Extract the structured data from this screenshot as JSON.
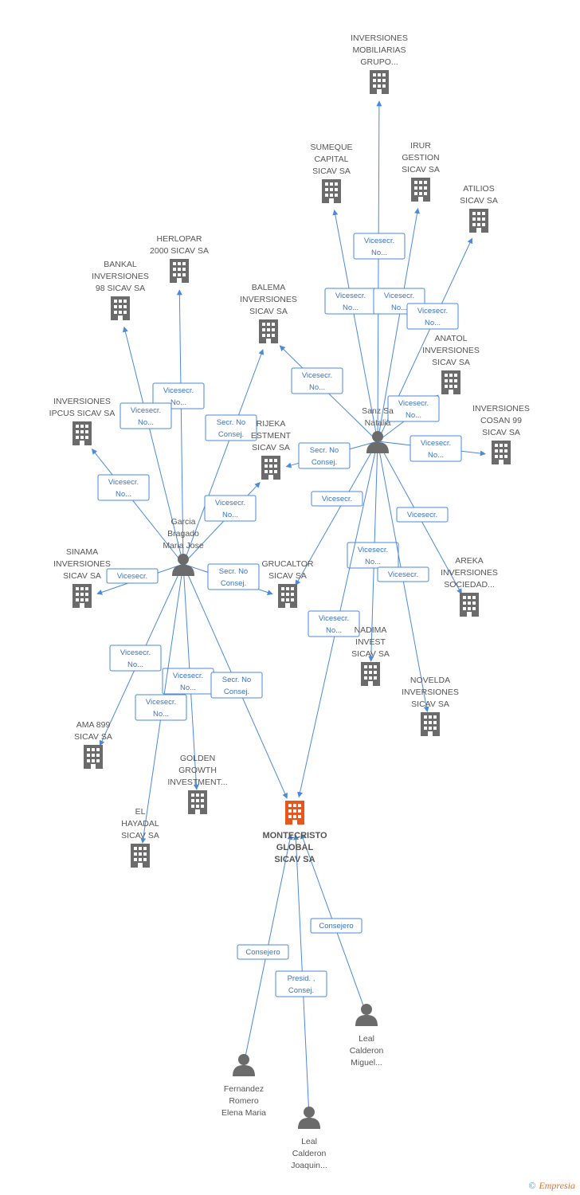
{
  "colors": {
    "edge": "#4a89dc",
    "node": "#6b6b6b",
    "focus": "#e8561c",
    "label": "#555555"
  },
  "nodes": [
    {
      "id": "montecristo",
      "type": "company",
      "focus": true,
      "label": [
        "MONTECRISTO",
        "GLOBAL",
        "SICAV SA"
      ]
    },
    {
      "id": "imobiliarias",
      "type": "company",
      "label": [
        "INVERSIONES",
        "MOBILIARIAS",
        "GRUPO..."
      ]
    },
    {
      "id": "sumeque",
      "type": "company",
      "label": [
        "SUMEQUE",
        "CAPITAL",
        "SICAV SA"
      ]
    },
    {
      "id": "irur",
      "type": "company",
      "label": [
        "IRUR",
        "GESTION",
        "SICAV SA"
      ]
    },
    {
      "id": "atilios",
      "type": "company",
      "label": [
        "ATILIOS",
        "SICAV SA"
      ]
    },
    {
      "id": "herlopar",
      "type": "company",
      "label": [
        "HERLOPAR",
        "2000 SICAV SA"
      ]
    },
    {
      "id": "bankal",
      "type": "company",
      "label": [
        "BANKAL",
        "INVERSIONES",
        "98 SICAV SA"
      ]
    },
    {
      "id": "balema",
      "type": "company",
      "label": [
        "BALEMA",
        "INVERSIONES",
        "SICAV SA"
      ]
    },
    {
      "id": "anatol",
      "type": "company",
      "label": [
        "ANATOL",
        "INVERSIONES",
        "SICAV SA"
      ]
    },
    {
      "id": "ipcus",
      "type": "company",
      "label": [
        "INVERSIONES",
        "IPCUS SICAV SA"
      ]
    },
    {
      "id": "rijeka",
      "type": "company",
      "label": [
        "RIJEKA",
        "ESTMENT",
        "SICAV SA"
      ]
    },
    {
      "id": "cosan",
      "type": "company",
      "label": [
        "INVERSIONES",
        "COSAN 99",
        "SICAV SA"
      ]
    },
    {
      "id": "sinama",
      "type": "company",
      "label": [
        "SINAMA",
        "INVERSIONES",
        "SICAV SA"
      ]
    },
    {
      "id": "grucaltor",
      "type": "company",
      "label": [
        "GRUCALTOR",
        "SICAV SA"
      ]
    },
    {
      "id": "areka",
      "type": "company",
      "label": [
        "AREKA",
        "INVERSIONES",
        "SOCIEDAD..."
      ]
    },
    {
      "id": "nadima",
      "type": "company",
      "label": [
        "NADIMA",
        "INVEST",
        "SICAV SA"
      ]
    },
    {
      "id": "novelda",
      "type": "company",
      "label": [
        "NOVELDA",
        "INVERSIONES",
        "SICAV SA"
      ]
    },
    {
      "id": "ama899",
      "type": "company",
      "label": [
        "AMA 899",
        "SICAV SA"
      ]
    },
    {
      "id": "golden",
      "type": "company",
      "label": [
        "GOLDEN",
        "GROWTH",
        "INVESTMENT..."
      ]
    },
    {
      "id": "hayadal",
      "type": "company",
      "label": [
        "EL",
        "HAYADAL",
        "SICAV SA"
      ]
    },
    {
      "id": "sanz",
      "type": "person",
      "label": [
        "Sanz Sa",
        "Natalia"
      ]
    },
    {
      "id": "garcia",
      "type": "person",
      "label": [
        "Garcia",
        "Bragado",
        "Maria Jose"
      ]
    },
    {
      "id": "lealmiguel",
      "type": "person",
      "label": [
        "Leal",
        "Calderon",
        "Miguel..."
      ]
    },
    {
      "id": "fernandez",
      "type": "person",
      "label": [
        "Fernandez",
        "Romero",
        "Elena Maria"
      ]
    },
    {
      "id": "lealjoaquin",
      "type": "person",
      "label": [
        "Leal",
        "Calderon",
        "Joaquin..."
      ]
    }
  ],
  "edges": [
    {
      "from": "sanz",
      "to": "imobiliarias",
      "label": [
        "Vicesecr.",
        "No..."
      ]
    },
    {
      "from": "sanz",
      "to": "sumeque",
      "label": [
        "Vicesecr.",
        "No..."
      ]
    },
    {
      "from": "sanz",
      "to": "irur",
      "label": [
        "Vicesecr.",
        "No..."
      ]
    },
    {
      "from": "sanz",
      "to": "atilios",
      "label": [
        "Vicesecr.",
        "No..."
      ]
    },
    {
      "from": "sanz",
      "to": "balema",
      "label": [
        "Vicesecr.",
        "No..."
      ]
    },
    {
      "from": "sanz",
      "to": "anatol",
      "label": [
        "Vicesecr.",
        "No..."
      ]
    },
    {
      "from": "sanz",
      "to": "rijeka",
      "label": [
        "Secr. No",
        "Consej."
      ]
    },
    {
      "from": "sanz",
      "to": "cosan",
      "label": [
        "Vicesecr.",
        "No..."
      ]
    },
    {
      "from": "sanz",
      "to": "grucaltor",
      "label": [
        "Vicesecr."
      ]
    },
    {
      "from": "sanz",
      "to": "areka",
      "label": [
        "Vicesecr."
      ]
    },
    {
      "from": "sanz",
      "to": "nadima",
      "label": [
        "Vicesecr.",
        "No..."
      ]
    },
    {
      "from": "sanz",
      "to": "novelda",
      "label": [
        "Vicesecr."
      ]
    },
    {
      "from": "sanz",
      "to": "montecristo",
      "label": [
        "Vicesecr.",
        "No..."
      ]
    },
    {
      "from": "garcia",
      "to": "herlopar",
      "label": [
        "Vicesecr.",
        "No..."
      ]
    },
    {
      "from": "garcia",
      "to": "bankal",
      "label": [
        "Vicesecr.",
        "No..."
      ]
    },
    {
      "from": "garcia",
      "to": "balema",
      "label": [
        "Secr. No",
        "Consej."
      ]
    },
    {
      "from": "garcia",
      "to": "ipcus",
      "label": [
        "Vicesecr.",
        "No..."
      ]
    },
    {
      "from": "garcia",
      "to": "rijeka",
      "label": [
        "Vicesecr.",
        "No..."
      ]
    },
    {
      "from": "garcia",
      "to": "sinama",
      "label": [
        "Vicesecr."
      ]
    },
    {
      "from": "garcia",
      "to": "grucaltor",
      "label": [
        "Secr. No",
        "Consej."
      ]
    },
    {
      "from": "garcia",
      "to": "ama899",
      "label": [
        "Vicesecr.",
        "No..."
      ]
    },
    {
      "from": "garcia",
      "to": "golden",
      "label": [
        "Vicesecr.",
        "No..."
      ]
    },
    {
      "from": "garcia",
      "to": "hayadal",
      "label": [
        "Vicesecr.",
        "No..."
      ]
    },
    {
      "from": "garcia",
      "to": "montecristo",
      "label": [
        "Secr. No",
        "Consej."
      ]
    },
    {
      "from": "lealmiguel",
      "to": "montecristo",
      "label": [
        "Consejero"
      ]
    },
    {
      "from": "fernandez",
      "to": "montecristo",
      "label": [
        "Consejero"
      ]
    },
    {
      "from": "lealjoaquin",
      "to": "montecristo",
      "label": [
        "Presid. ,",
        "Consej."
      ]
    }
  ],
  "footer": {
    "copyright": "©",
    "brand": "Empresia"
  }
}
